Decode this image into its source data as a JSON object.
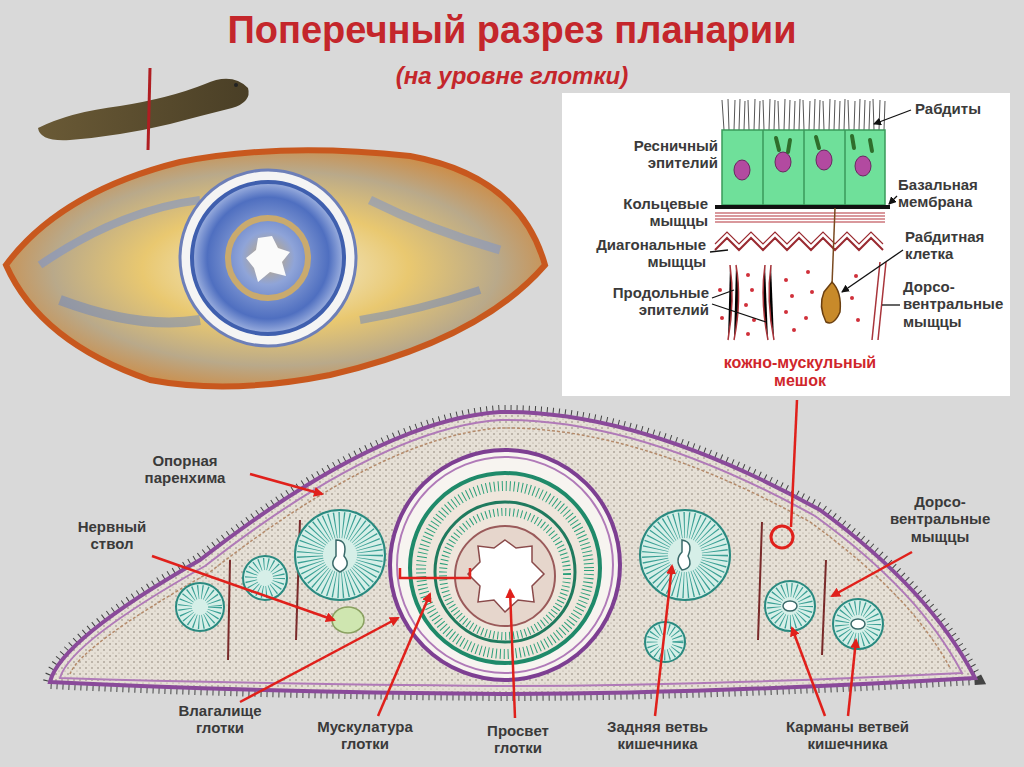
{
  "diagram": {
    "title": "Поперечный разрез планарии",
    "caption": "(на уровне глотки)",
    "labels": [
      "Рабдиты",
      "Ресничный эпителий",
      "Базальная мембрана",
      "Кольцевые мыщцы",
      "Диагональные мыщцы",
      "Рабдитная клетка",
      "Продольные эпителий",
      "Дорсо-вентральные мыщцы",
      "кожно-мускульный мешок",
      "Опорная паренхима",
      "Нервный ствол",
      "Дорсо-вентральные мыщцы",
      "Влагалище глотки",
      "Мускулатура глотки",
      "Просвет глотки",
      "Задняя ветвь кишечника",
      "Карманы ветвей кишечника"
    ]
  }
}
